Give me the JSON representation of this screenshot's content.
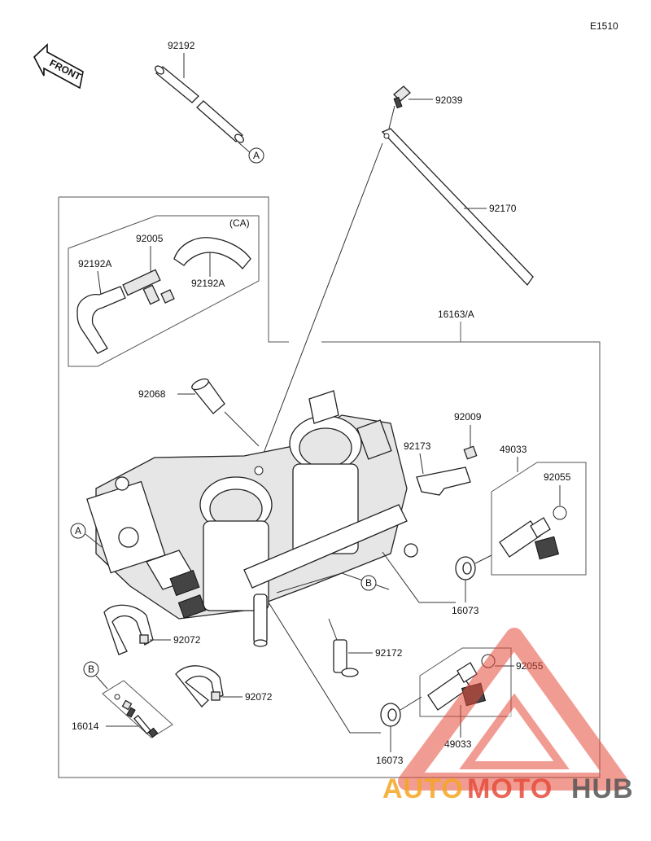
{
  "diagram_code": "E1510",
  "front_label": "FRONT",
  "labels": {
    "p92192": "92192",
    "p92039": "92039",
    "p92170": "92170",
    "ca_box": "(CA)",
    "p92005": "92005",
    "p92192A_left": "92192A",
    "p92192A_right": "92192A",
    "p16163A": "16163/A",
    "p92068": "92068",
    "p92009": "92009",
    "p92173": "92173",
    "p49033_top": "49033",
    "p92055_top": "92055",
    "p16073_top": "16073",
    "p92072_a": "92072",
    "p92172": "92172",
    "p92055_bottom": "92055",
    "p92072_b": "92072",
    "p16014": "16014",
    "p49033_bottom": "49033",
    "p16073_bottom": "16073",
    "ref_A_top": "A",
    "ref_A_left": "A",
    "ref_B_mid": "B",
    "ref_B_left": "B"
  },
  "watermark": {
    "part1": "AUTO",
    "part2": "MOTO",
    "part3": "HUB",
    "color_auto": "#f5a623",
    "color_moto": "#e74c3c",
    "color_hub": "#555555"
  }
}
